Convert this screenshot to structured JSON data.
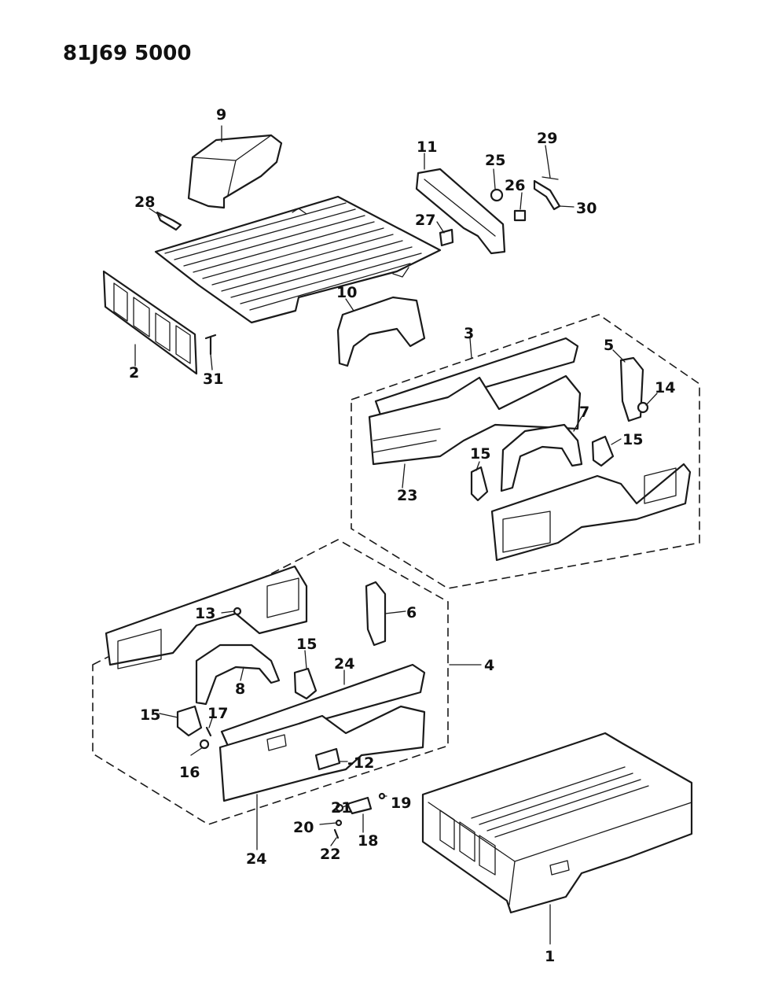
{
  "diagram_code": "81J69 5000",
  "callouts": [
    "1",
    "2",
    "3",
    "4",
    "5",
    "6",
    "7",
    "8",
    "9",
    "10",
    "11",
    "12",
    "13",
    "14",
    "15",
    "15",
    "15",
    "15",
    "16",
    "17",
    "18",
    "19",
    "20",
    "21",
    "22",
    "23",
    "24",
    "24",
    "25",
    "26",
    "27",
    "28",
    "29",
    "30",
    "31"
  ]
}
